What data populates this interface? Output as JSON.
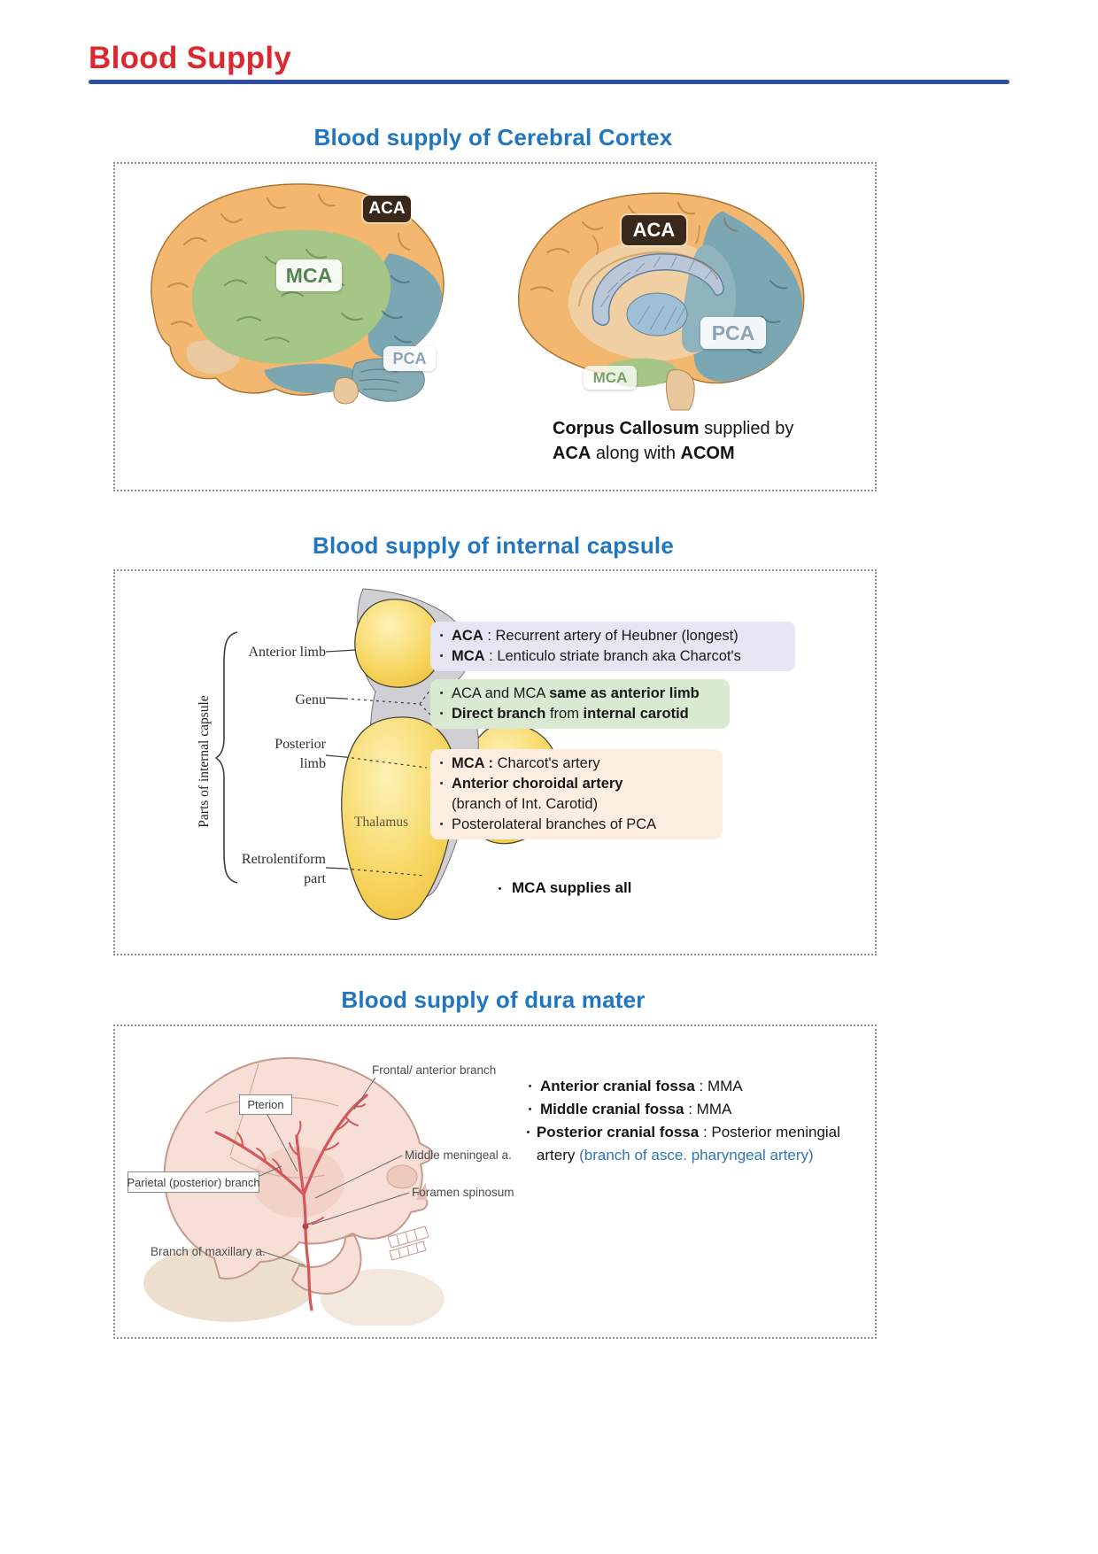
{
  "page": {
    "title": "Blood Supply"
  },
  "ui": {
    "bullet": "•"
  },
  "colors": {
    "title_red": "#dc2830",
    "rule_blue": "#2a51a3",
    "heading_blue": "#2176c0",
    "aca_label_bg": "#39291d",
    "mca_label_green": "#57834f",
    "pca_label_blue": "#8ba3b5",
    "box_lavender": "#e5e5f3",
    "box_green": "#d9ead3",
    "box_peach": "#fdeee2",
    "link_blue": "#2e75b6",
    "brain_orange": "#f3b770",
    "brain_green": "#a6c687",
    "brain_teal": "#7ba7b2",
    "diagram_yellow": "#f7d567",
    "diagram_gray": "#cfcfd4",
    "artery_red": "#d4575c"
  },
  "cortex": {
    "heading": "Blood supply of Cerebral Cortex",
    "lateral": {
      "aca": "ACA",
      "mca": "MCA",
      "pca": "PCA"
    },
    "medial": {
      "aca": "ACA",
      "pca": "PCA",
      "mca": "MCA"
    },
    "note": {
      "l1_bold": "Corpus Callosum",
      "l1_rest": " supplied by",
      "l2_bold1": "ACA",
      "l2_mid": " along with ",
      "l2_bold2": "ACOM"
    }
  },
  "capsule": {
    "heading": "Blood supply of internal capsule",
    "bracket_label": "Parts of internal capsule",
    "labels": {
      "anterior_limb": "Anterior limb",
      "genu": "Genu",
      "posterior_l1": "Posterior",
      "posterior_l2": "limb",
      "thalamus": "Thalamus",
      "retro_l1": "Retrolentiform",
      "retro_l2": "part"
    },
    "box_limb": {
      "l1_bold": "ACA",
      "l1_rest": " : Recurrent artery of Heubner (longest)",
      "l2_bold": "MCA",
      "l2_rest": " : Lenticulo striate branch aka Charcot's"
    },
    "box_genu": {
      "l1_pre": "ACA and MCA ",
      "l1_bold": "same as anterior limb",
      "l2_bold1": "Direct branch",
      "l2_mid": " from ",
      "l2_bold2": "internal carotid"
    },
    "box_posterior": {
      "l1_bold": "MCA :",
      "l1_rest": " Charcot's artery",
      "l2_bold": "Anterior choroidal artery",
      "l2_cont": "(branch of Int. Carotid)",
      "l3": "Posterolateral branches of PCA"
    },
    "summary": "MCA supplies all"
  },
  "dura": {
    "heading": "Blood supply of dura mater",
    "diagram_labels": {
      "frontal_branch": "Frontal/ anterior branch",
      "pterion": "Pterion",
      "middle_meningeal": "Middle meningeal a.",
      "parietal_branch": "Parietal (posterior) branch",
      "foramen_spinosum": "Foramen spinosum",
      "maxillary_branch": "Branch of maxillary a."
    },
    "bullets": {
      "b1_bold": "Anterior cranial fossa",
      "b1_rest": " : MMA",
      "b2_bold": "Middle cranial fossa",
      "b2_rest": " : MMA",
      "b3_bold": "Posterior cranial fossa",
      "b3_mid": " : Posterior meningial artery ",
      "b3_blue": "(branch of asce. pharyngeal artery)"
    }
  }
}
